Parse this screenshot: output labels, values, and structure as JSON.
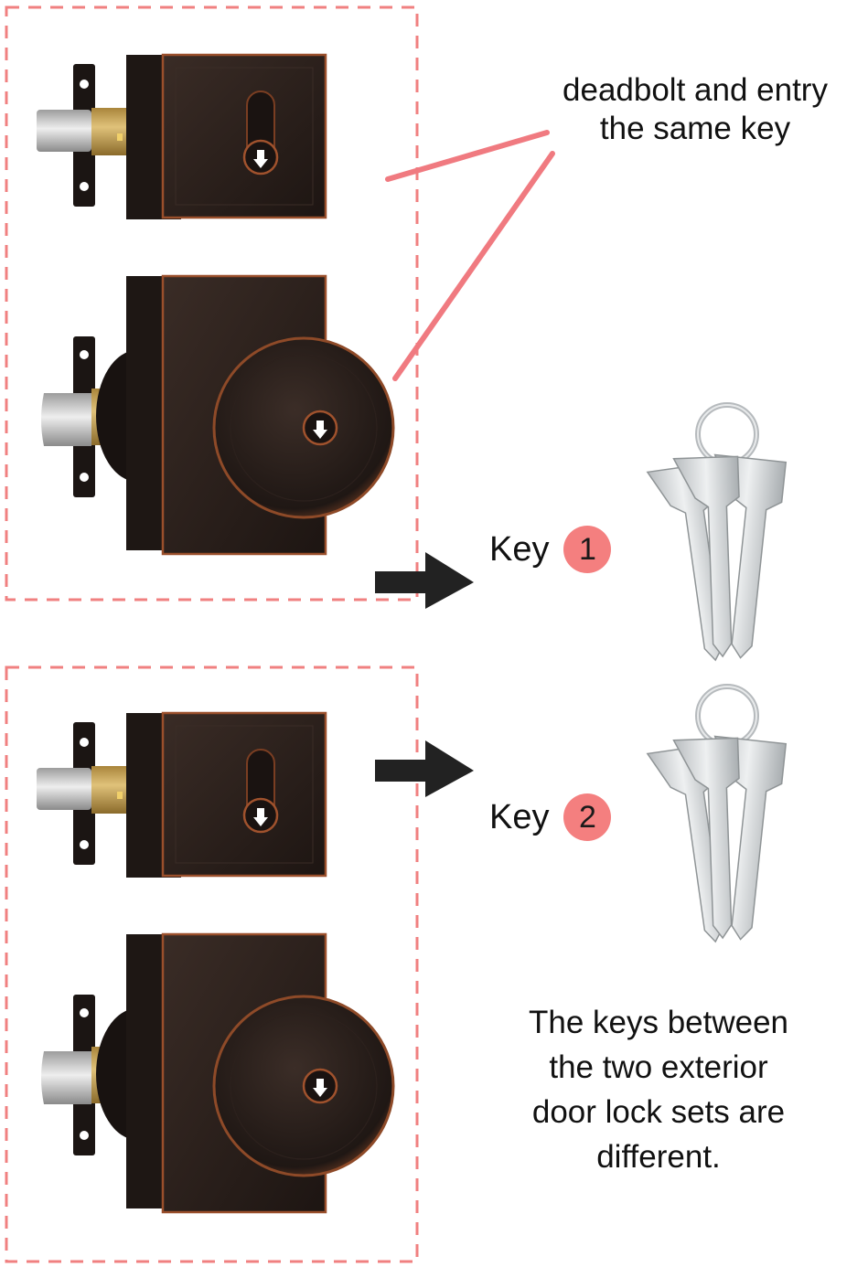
{
  "callout": {
    "lines": [
      "deadbolt and entry",
      "the same key"
    ]
  },
  "key_labels": [
    {
      "text": "Key",
      "number": "1"
    },
    {
      "text": "Key",
      "number": "2"
    }
  ],
  "note": {
    "lines": [
      "The keys between",
      "the two exterior",
      "door lock sets are",
      "different."
    ]
  },
  "colors": {
    "dashed_border": "#f08080",
    "connector_line": "#f07a80",
    "badge_fill": "#f47f7f",
    "arrow": "#222222",
    "lock_bronze": "#2a1f1b",
    "lock_edge": "#a0522d",
    "brass_latch": "#c9a24a",
    "steel": "#c8c8c8",
    "keys_silver": "#cfd2d4"
  },
  "icons": [
    "deadbolt-icon",
    "knob-lock-icon",
    "arrow-right-icon",
    "key-ring-icon"
  ]
}
